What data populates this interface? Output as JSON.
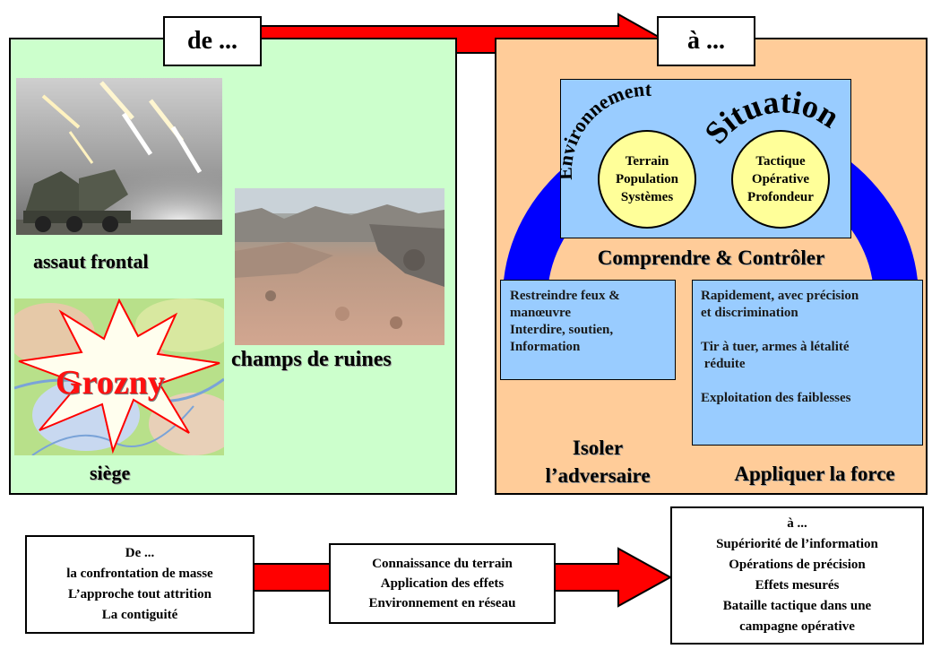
{
  "header": {
    "from_label": "de ...",
    "to_label": "à ..."
  },
  "left_panel": {
    "labels": {
      "assault": "assaut frontal",
      "ruins": "champs de ruines",
      "siege": "siège",
      "grozny": "Grozny"
    }
  },
  "right_panel": {
    "arc_words": {
      "environment": "Environnement",
      "situation": "Situation"
    },
    "env_circle": [
      "Terrain",
      "Population",
      "Systèmes"
    ],
    "sit_circle": [
      "Tactique",
      "Opérative",
      "Profondeur"
    ],
    "comprendre": "Comprendre & Contrôler",
    "restrict_box": [
      "Restreindre feux &",
      "manœuvre",
      "Interdire, soutien,",
      "Information"
    ],
    "apply_box": {
      "p1": [
        "Rapidement, avec précision",
        "et discrimination"
      ],
      "p2": [
        "Tir à tuer, armes à létalité",
        " réduite"
      ],
      "p3": [
        "Exploitation des faiblesses"
      ]
    },
    "isoler": [
      "Isoler",
      "l’adversaire"
    ],
    "appliquer": "Appliquer la force"
  },
  "bottom": {
    "from_box": [
      "De ...",
      "la confrontation de masse",
      "L’approche tout attrition",
      "La contiguité"
    ],
    "middle_box": [
      "Connaissance du terrain",
      "Application des effets",
      "Environnement en réseau"
    ],
    "to_box": [
      "à ...",
      "Supériorité de l’information",
      "Opérations de précision",
      "Effets mesurés",
      "Bataille tactique dans une",
      "campagne opérative"
    ]
  },
  "colors": {
    "green_panel": "#ccffcc",
    "orange_panel": "#ffcc99",
    "blue_box": "#99ccff",
    "arrow_red": "#ff0000",
    "arc_blue": "#0000ff",
    "circle_yellow": "#ffff99"
  }
}
